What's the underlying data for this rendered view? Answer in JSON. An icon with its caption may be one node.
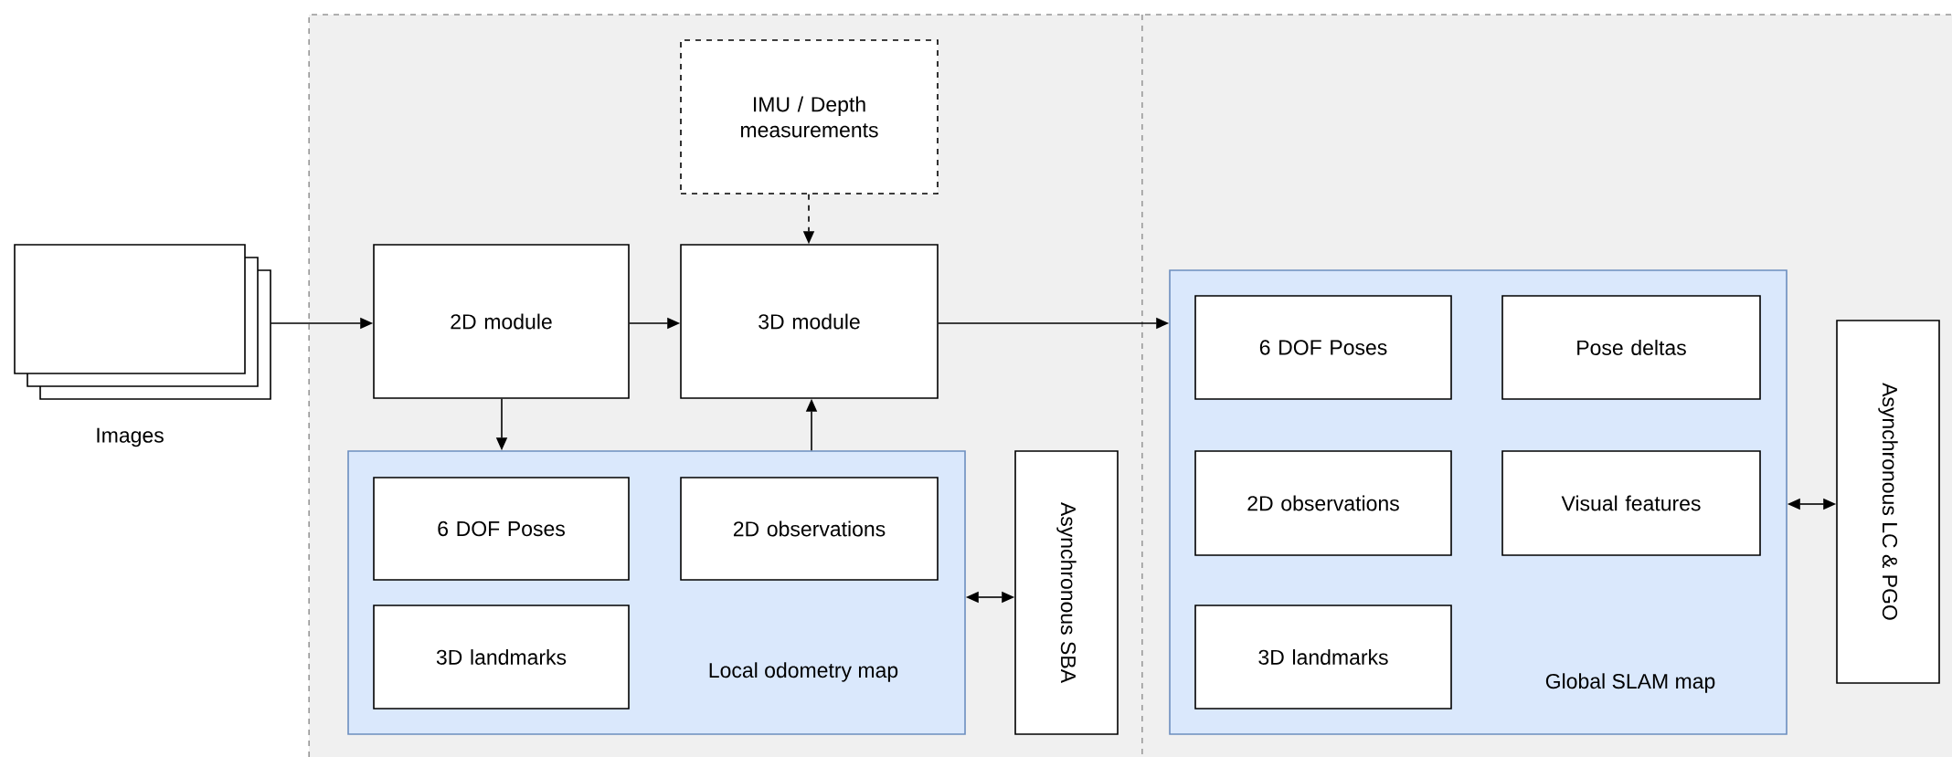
{
  "diagram": {
    "nodes": [
      {
        "text": [
          "Images"
        ]
      },
      {
        "text": [
          "IMU / Depth measurements"
        ]
      },
      {
        "text": [
          "2D module"
        ]
      },
      {
        "text": [
          "3D module"
        ]
      },
      {
        "text": [
          "Local odometry map"
        ]
      },
      {
        "text": [
          "6 DOF Poses"
        ],
        "in": 4
      },
      {
        "text": [
          "2D observations"
        ],
        "in": 4
      },
      {
        "text": [
          "3D landmarks"
        ],
        "in": 4
      },
      {
        "text": [
          "Asynchronous SBA"
        ]
      },
      {
        "text": [
          "Global SLAM map"
        ]
      },
      {
        "text": [
          "6 DOF Poses"
        ],
        "in": 9
      },
      {
        "text": [
          "Pose deltas"
        ],
        "in": 9
      },
      {
        "text": [
          "2D observations"
        ],
        "in": 9
      },
      {
        "text": [
          "Visual features"
        ],
        "in": 9
      },
      {
        "text": [
          "3D landmarks"
        ],
        "in": 9
      },
      {
        "text": [
          "Asynchronous LC & PGO"
        ]
      }
    ],
    "edges": [
      {
        "from": 0,
        "to": 2,
        "arrow": "to"
      },
      {
        "from": 2,
        "to": 3,
        "arrow": "to"
      },
      {
        "from": 1,
        "to": 3,
        "arrow": "to",
        "style": "dashed"
      },
      {
        "from": 2,
        "to": 4,
        "arrow": "to"
      },
      {
        "from": 4,
        "to": 3,
        "arrow": "to"
      },
      {
        "from": 3,
        "to": 9,
        "arrow": "to"
      },
      {
        "from": 4,
        "to": 8,
        "arrow": "both"
      },
      {
        "from": 9,
        "to": 15,
        "arrow": "both"
      }
    ]
  }
}
